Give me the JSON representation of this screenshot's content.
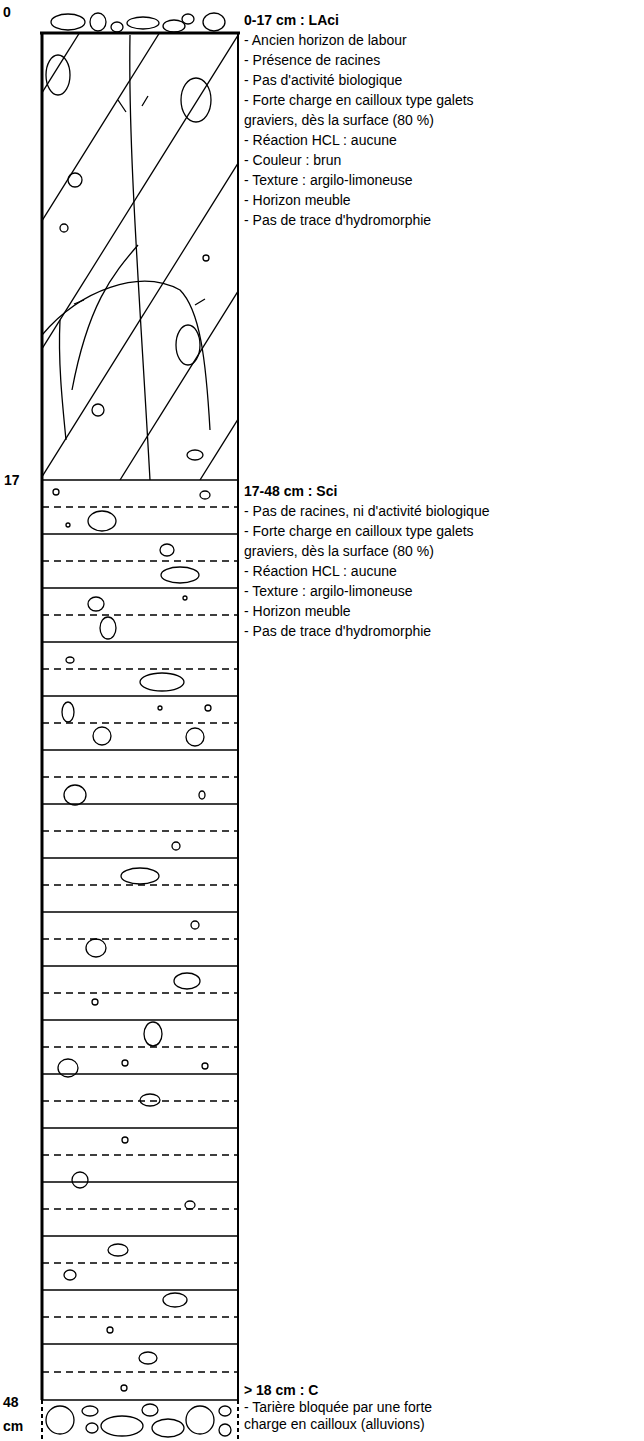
{
  "diagram": {
    "labels": [
      "0",
      "0-17 cm : LAci",
      "- Ancien horizon de labour",
      "- Présence de racines",
      "- Pas d'activité biologique",
      "- Forte charge en cailloux type galets graviers, dès la surface (80 %)",
      "- Réaction HCL : aucune",
      "- Couleur : brun",
      "- Texture : argilo-limoneuse",
      "- Horizon meuble",
      "- Pas de trace d'hydromorphie",
      "17",
      "17-48 cm : Sci",
      "- Pas de racines, ni d'activité biologique",
      "- Forte charge en cailloux type galets graviers, dès la surface (80 %)",
      "- Réaction HCL : aucune",
      "- Texture : argilo-limoneuse",
      "- Horizon meuble",
      "- Pas de trace d'hydromorphie",
      "48",
      "cm",
      "> 18 cm : C",
      "- Tarière bloquée par une forte charge en cailloux (alluvions)"
    ]
  }
}
